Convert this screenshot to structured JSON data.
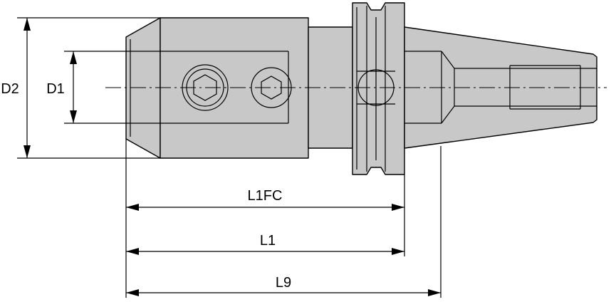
{
  "dimensions": {
    "d2": "D2",
    "d1": "D1",
    "l1fc": "L1FC",
    "l1": "L1",
    "l9": "L9"
  }
}
